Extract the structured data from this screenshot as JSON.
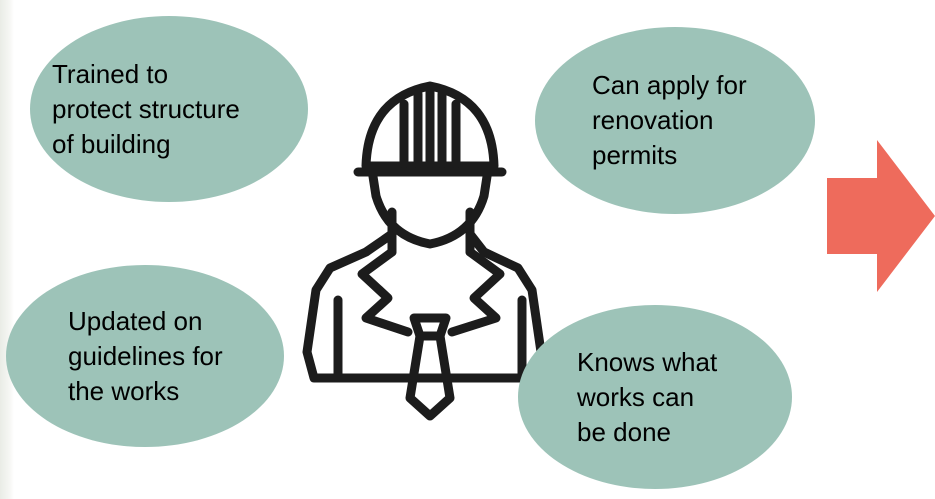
{
  "colors": {
    "bubble": "#9dc3b8",
    "arrow": "#ee6b5c",
    "outline": "#1c1c1c"
  },
  "icons": {
    "figure": "construction-engineer-icon",
    "arrow": "right-arrow-icon"
  },
  "bubbles": {
    "top_left": "Trained to\nprotect structure\nof building",
    "top_right": "Can apply for\nrenovation\npermits",
    "bottom_left": "Updated on\nguidelines for\nthe works",
    "bottom_right": "Knows what\nworks can\nbe done"
  }
}
